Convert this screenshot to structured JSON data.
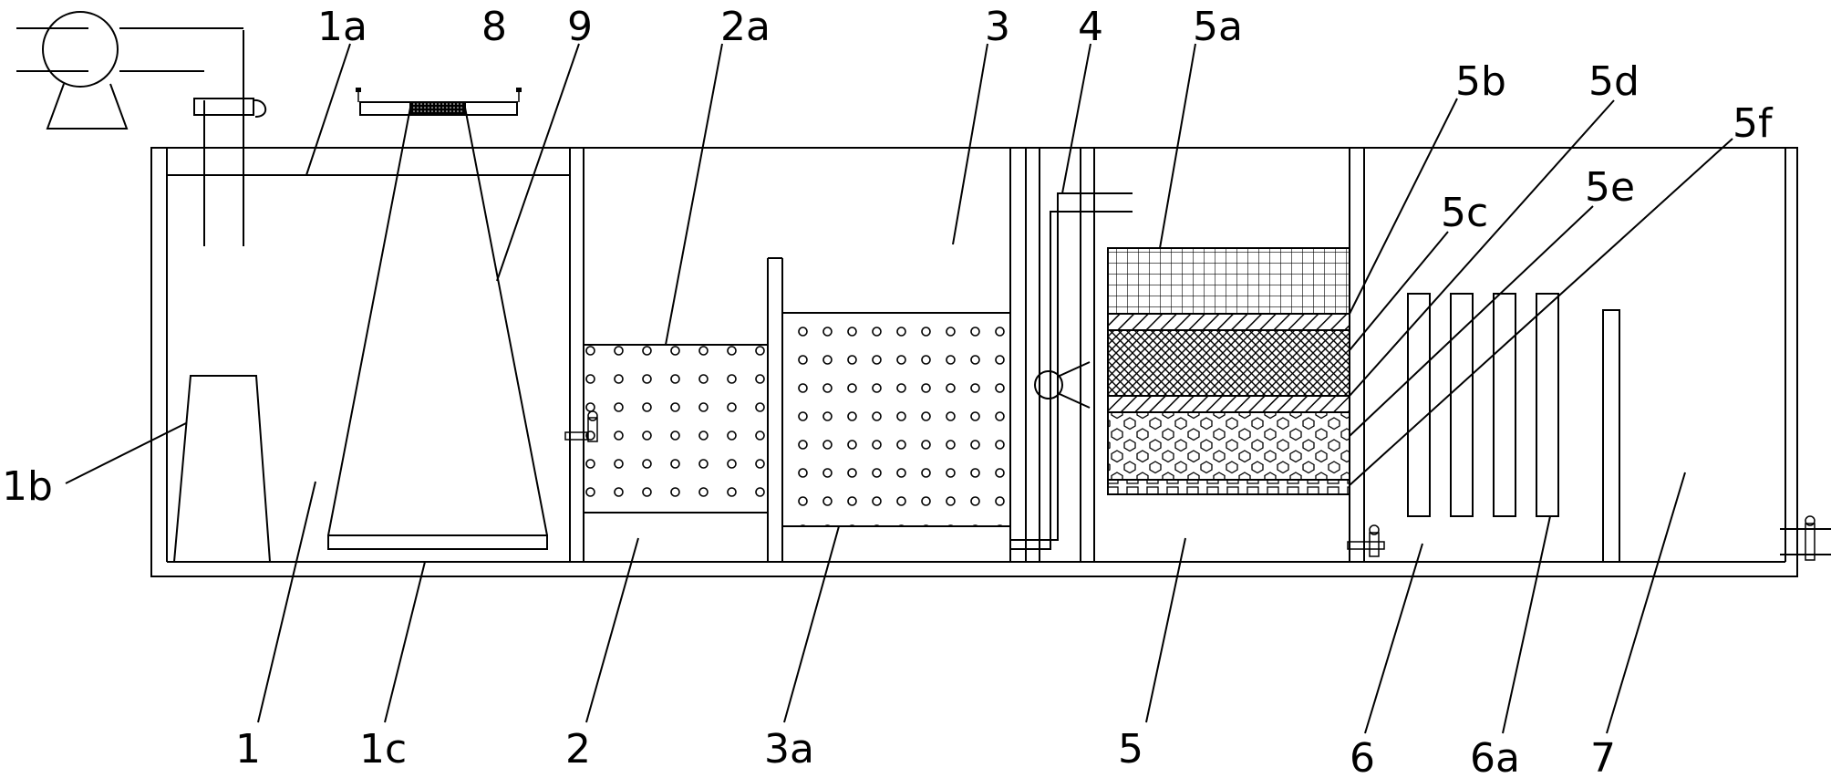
{
  "labels": {
    "l_1a": "1a",
    "l_8": "8",
    "l_9": "9",
    "l_2a": "2a",
    "l_3": "3",
    "l_4": "4",
    "l_5a": "5a",
    "l_5b": "5b",
    "l_5d": "5d",
    "l_5c": "5c",
    "l_5e": "5e",
    "l_5f": "5f",
    "l_1b": "1b",
    "l_1": "1",
    "l_1c": "1c",
    "l_2": "2",
    "l_3a": "3a",
    "l_5": "5",
    "l_6": "6",
    "l_6a": "6a",
    "l_7": "7"
  }
}
